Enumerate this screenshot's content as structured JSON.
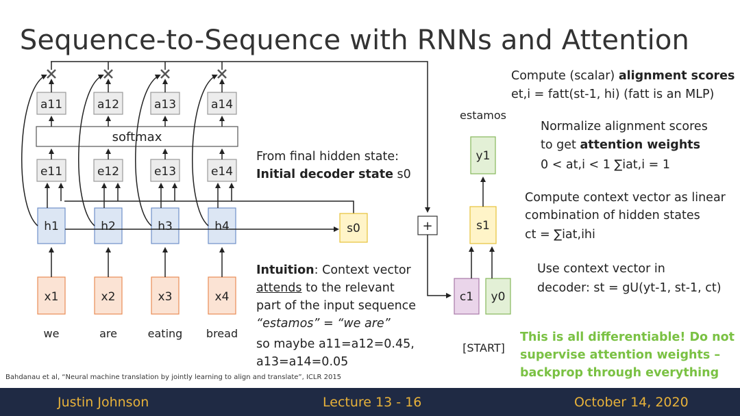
{
  "title": "Sequence-to-Sequence with RNNs and Attention",
  "encoder": {
    "inputs": [
      "x1",
      "x2",
      "x3",
      "x4"
    ],
    "hidden": [
      "h1",
      "h2",
      "h3",
      "h4"
    ],
    "scores": [
      "e11",
      "e12",
      "e13",
      "e14"
    ],
    "weights": [
      "a11",
      "a12",
      "a13",
      "a14"
    ],
    "words": [
      "we",
      "are",
      "eating",
      "bread"
    ],
    "softmax_label": "softmax"
  },
  "decoder": {
    "s0": "s0",
    "s1": "s1",
    "y1": "y1",
    "c1": "c1",
    "y0": "y0",
    "plus": "+",
    "output_word": "estamos",
    "start_token": "[START]"
  },
  "notes": {
    "final_hidden_1": "From final hidden state:",
    "final_hidden_2_bold": "Initial decoder state",
    "final_hidden_2_sym": "s0",
    "intuition_bold": "Intuition",
    "intuition_1": ": Context vector",
    "intuition_2_u": "attends",
    "intuition_2": " to the relevant",
    "intuition_3": "part of the input sequence",
    "intuition_4": "“estamos” = “we are”",
    "intuition_5": "so maybe a11=a12=0.45,",
    "intuition_6": "a13=a14=0.05"
  },
  "right_notes": {
    "align_1": "Compute (scalar)",
    "align_1_bold": "alignment scores",
    "align_2": "et,i = fatt(st-1, hi)       (fatt is an MLP)",
    "norm_1": "Normalize alignment scores",
    "norm_2": "to get",
    "norm_2_bold": "attention weights",
    "norm_3": "0 < at,i < 1    ∑iat,i = 1",
    "ctx_1": "Compute context vector as linear",
    "ctx_2": "combination of hidden states",
    "ctx_3": "ct = ∑iat,ihi",
    "use_1": "Use context vector in",
    "use_2": "decoder: st = gU(yt-1, st-1, ct)",
    "diff_1": "This is all differentiable! Do not",
    "diff_2": "supervise attention weights –",
    "diff_3": "backprop through everything"
  },
  "citation": "Bahdanau et al, “Neural machine translation by jointly learning to align and translate”, ICLR 2015",
  "footer": {
    "left": "Justin Johnson",
    "center": "Lecture 13 - 16",
    "right": "October 14, 2020"
  },
  "colors": {
    "input_fill": "#fbe3d4",
    "input_stroke": "#e88c55",
    "hidden_fill": "#dce6f4",
    "hidden_stroke": "#6f8fc8",
    "gray_fill": "#ececec",
    "gray_stroke": "#9a9a9a",
    "s_fill": "#fff4c8",
    "s_stroke": "#e6c13a",
    "y_fill": "#e3f0d6",
    "y_stroke": "#86b85a",
    "c_fill": "#ead5ea",
    "c_stroke": "#a878a8",
    "footer_bg": "#1f2a44",
    "footer_text": "#e8b23a",
    "green_text": "#7ac143"
  }
}
